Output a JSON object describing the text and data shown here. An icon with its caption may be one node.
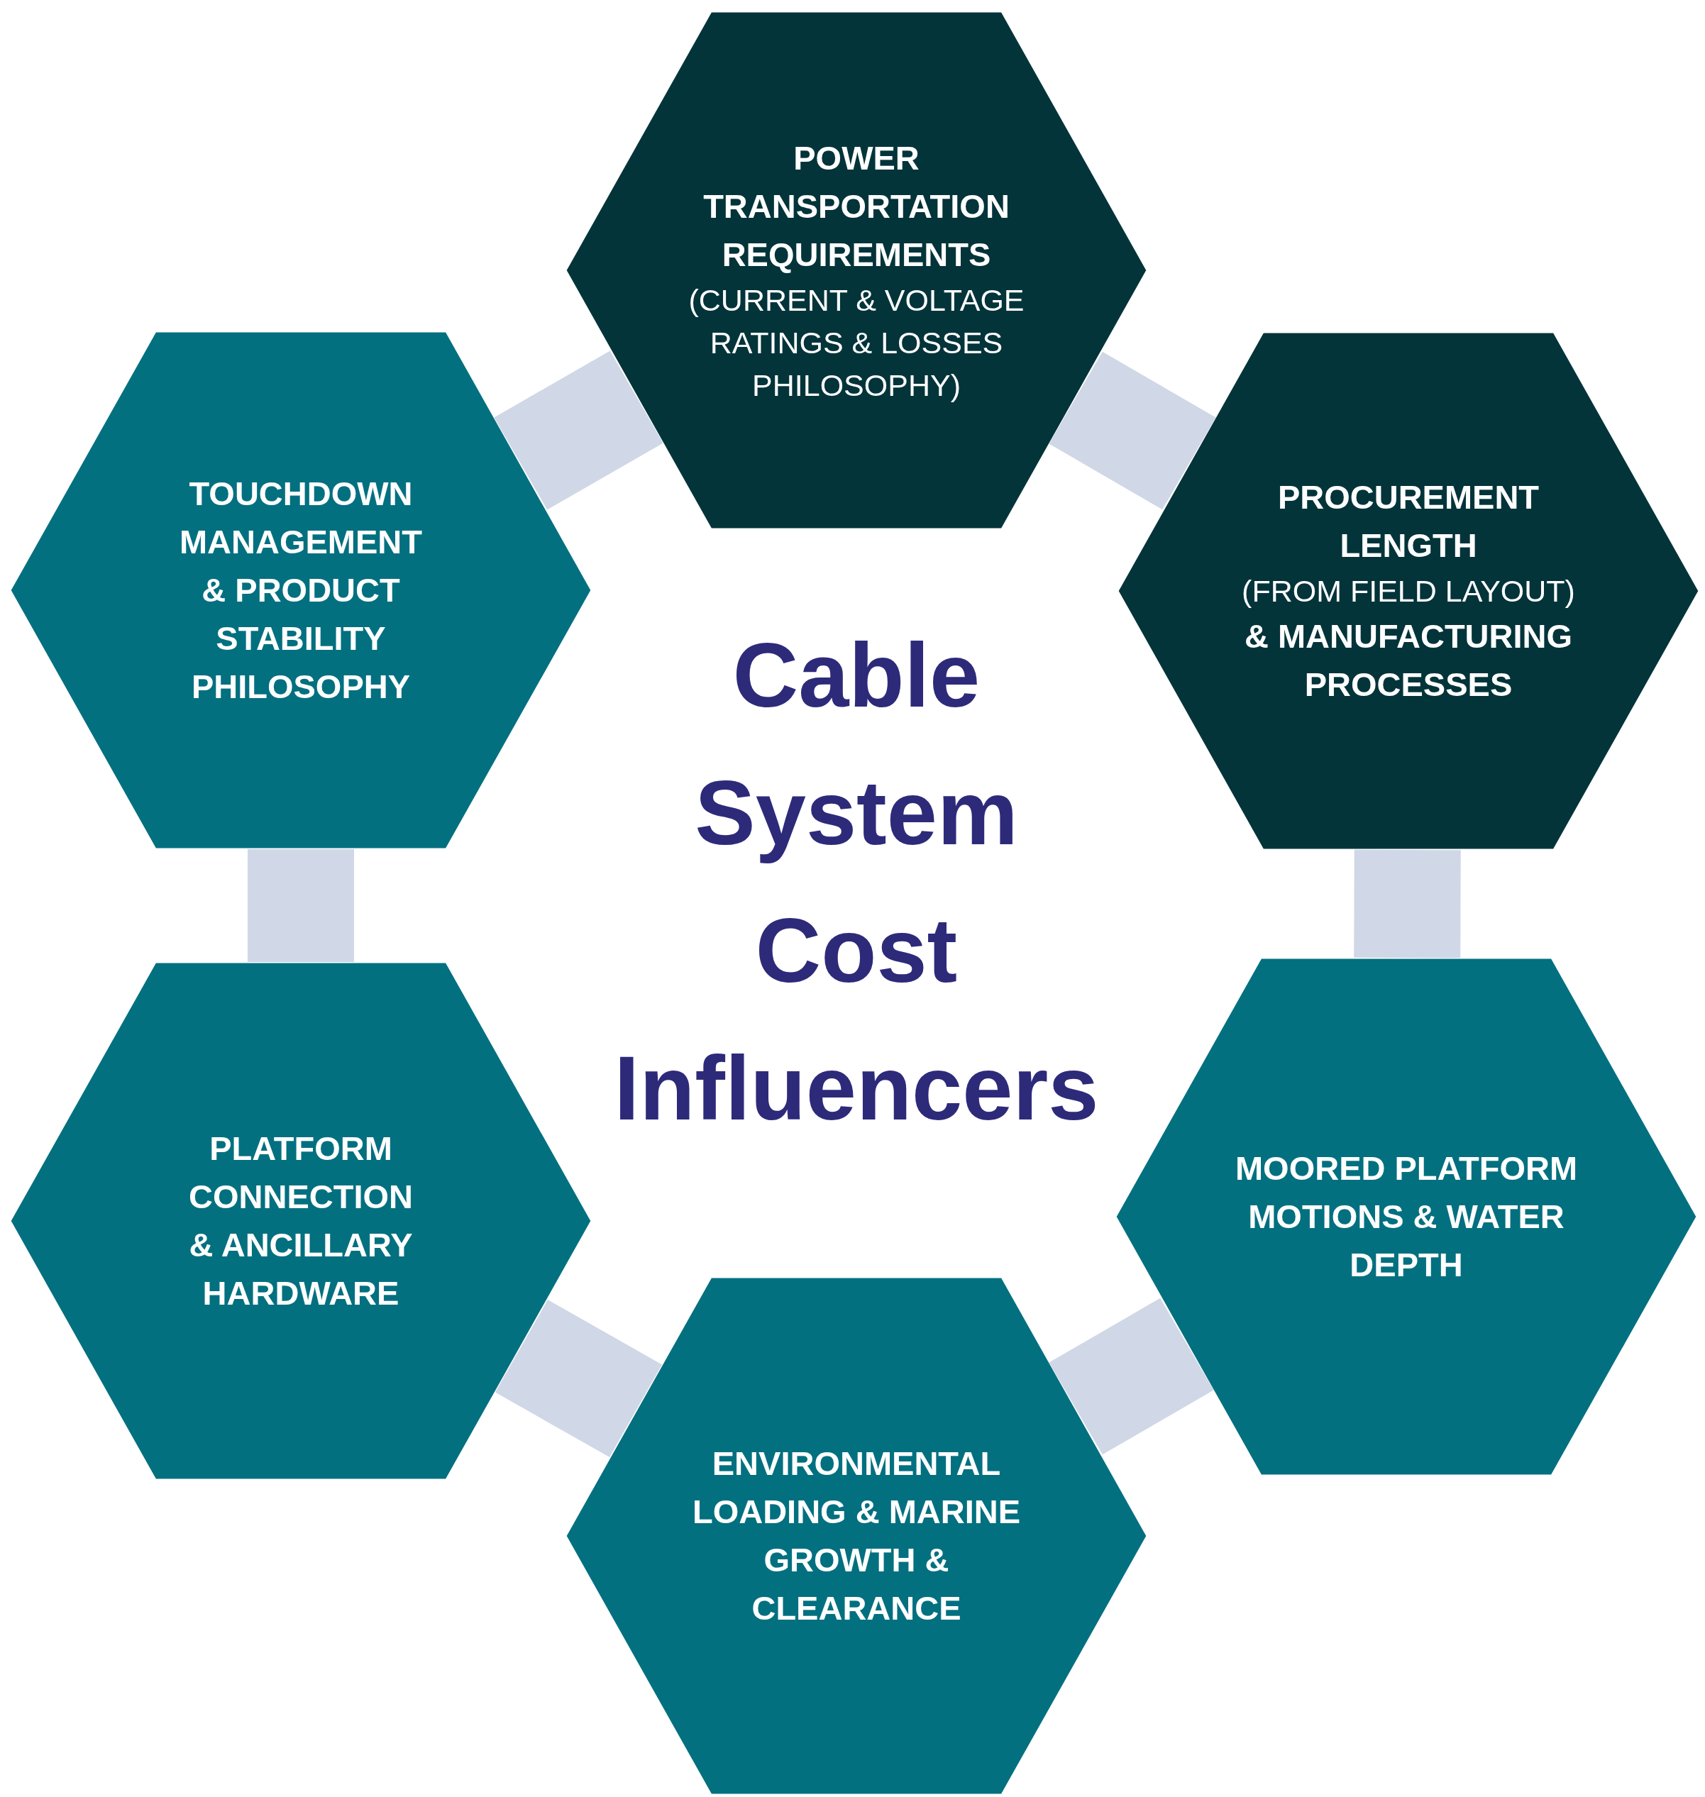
{
  "diagram": {
    "title": "Cable System Cost Influencers",
    "nodes": [
      {
        "text": [
          "POWER TRANSPORTATION REQUIREMENTS",
          "(CURRENT & VOLTAGE RATINGS & LOSSES PHILOSOPHY)"
        ]
      },
      {
        "text": [
          "PROCUREMENT LENGTH",
          "(FROM FIELD LAYOUT)",
          "& MANUFACTURING PROCESSES"
        ]
      },
      {
        "text": [
          "MOORED PLATFORM MOTIONS & WATER DEPTH"
        ]
      },
      {
        "text": [
          "ENVIRONMENTAL LOADING & MARINE GROWTH & CLEARANCE"
        ]
      },
      {
        "text": [
          "PLATFORM CONNECTION & ANCILLARY HARDWARE"
        ]
      },
      {
        "text": [
          "TOUCHDOWN MANAGEMENT & PRODUCT STABILITY PHILOSOPHY"
        ]
      }
    ],
    "edges": [
      {
        "from": 0,
        "to": 1,
        "arrow": "none"
      },
      {
        "from": 1,
        "to": 2,
        "arrow": "none"
      },
      {
        "from": 2,
        "to": 3,
        "arrow": "none"
      },
      {
        "from": 3,
        "to": 4,
        "arrow": "none"
      },
      {
        "from": 4,
        "to": 5,
        "arrow": "none"
      },
      {
        "from": 5,
        "to": 0,
        "arrow": "none"
      }
    ]
  }
}
